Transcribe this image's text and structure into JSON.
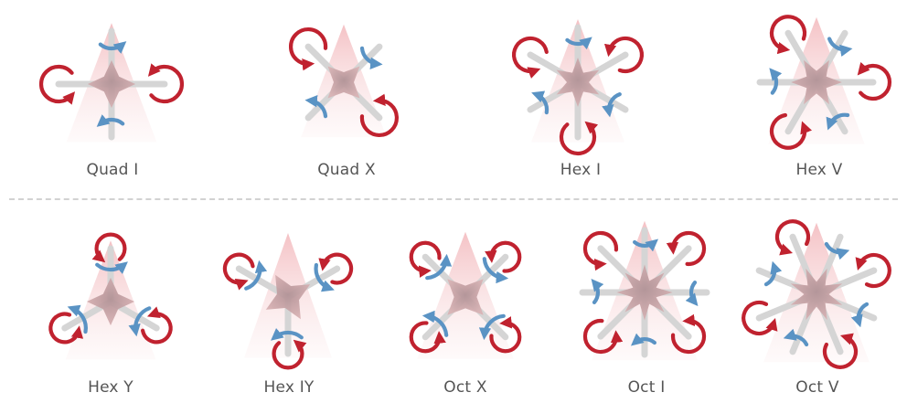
{
  "colors": {
    "cw": "#c0222f",
    "ccw": "#5a93c4",
    "arm": "#d5d5d5",
    "body_dark": "#a98a8e",
    "body_light": "#e7a3a7",
    "label": "#555555",
    "divider": "#d2d2d2"
  },
  "frames": [
    {
      "name": "Quad I"
    },
    {
      "name": "Quad X"
    },
    {
      "name": "Hex I"
    },
    {
      "name": "Hex V"
    },
    {
      "name": "Hex Y"
    },
    {
      "name": "Hex IY"
    },
    {
      "name": "Oct X"
    },
    {
      "name": "Oct I"
    },
    {
      "name": "Oct V"
    }
  ]
}
